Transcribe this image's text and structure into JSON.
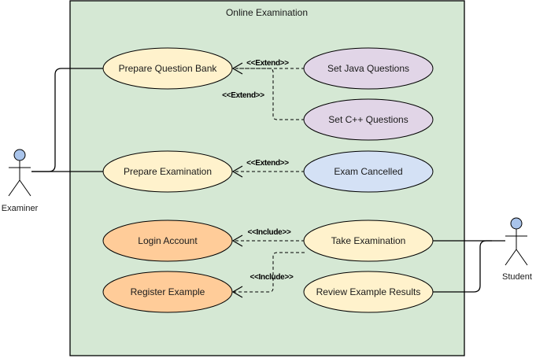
{
  "diagram": {
    "type": "uml-use-case",
    "system": {
      "title": "Online Examination",
      "fill": "#d5e8d4"
    },
    "actors": [
      {
        "id": "examiner",
        "label": "Examiner",
        "head_color": "#a9c4eb"
      },
      {
        "id": "student",
        "label": "Student",
        "head_color": "#a9c4eb"
      }
    ],
    "use_cases": [
      {
        "id": "prepare-question-bank",
        "label": "Prepare Question Bank",
        "fill": "#fff2cc"
      },
      {
        "id": "set-java-questions",
        "label": "Set Java Questions",
        "fill": "#e1d5e7"
      },
      {
        "id": "set-cpp-questions",
        "label": "Set C++ Questions",
        "fill": "#e1d5e7"
      },
      {
        "id": "prepare-examination",
        "label": "Prepare Examination",
        "fill": "#fff2cc"
      },
      {
        "id": "exam-cancelled",
        "label": "Exam Cancelled",
        "fill": "#d4e1f5"
      },
      {
        "id": "login-account",
        "label": "Login Account",
        "fill": "#ffcc99"
      },
      {
        "id": "take-examination",
        "label": "Take Examination",
        "fill": "#fff2cc"
      },
      {
        "id": "register-example",
        "label": "Register Example",
        "fill": "#ffcc99"
      },
      {
        "id": "review-example-results",
        "label": "Review Example Results",
        "fill": "#fff2cc"
      }
    ],
    "relations": [
      {
        "from": "set-java-questions",
        "to": "prepare-question-bank",
        "stereotype": "<<Extend>>"
      },
      {
        "from": "set-cpp-questions",
        "to": "prepare-question-bank",
        "stereotype": "<<Extend>>"
      },
      {
        "from": "exam-cancelled",
        "to": "prepare-examination",
        "stereotype": "<<Extend>>"
      },
      {
        "from": "take-examination",
        "to": "login-account",
        "stereotype": "<<Include>>"
      },
      {
        "from": "take-examination",
        "to": "register-example",
        "stereotype": "<<Include>>"
      }
    ],
    "associations": [
      {
        "actor": "examiner",
        "use_case": "prepare-question-bank"
      },
      {
        "actor": "examiner",
        "use_case": "prepare-examination"
      },
      {
        "actor": "student",
        "use_case": "take-examination"
      },
      {
        "actor": "student",
        "use_case": "review-example-results"
      }
    ]
  }
}
